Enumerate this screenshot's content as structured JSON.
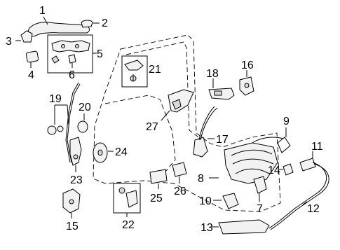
{
  "callouts": [
    "1",
    "2",
    "3",
    "4",
    "5",
    "6",
    "7",
    "8",
    "9",
    "10",
    "11",
    "12",
    "13",
    "14",
    "15",
    "16",
    "17",
    "18",
    "19",
    "20",
    "21",
    "22",
    "23",
    "24",
    "25",
    "26",
    "27"
  ],
  "colors": {
    "ink": "#000000",
    "part_fill": "#f2f2f2",
    "part_shade": "#d9d9d9",
    "background": "#ffffff"
  }
}
